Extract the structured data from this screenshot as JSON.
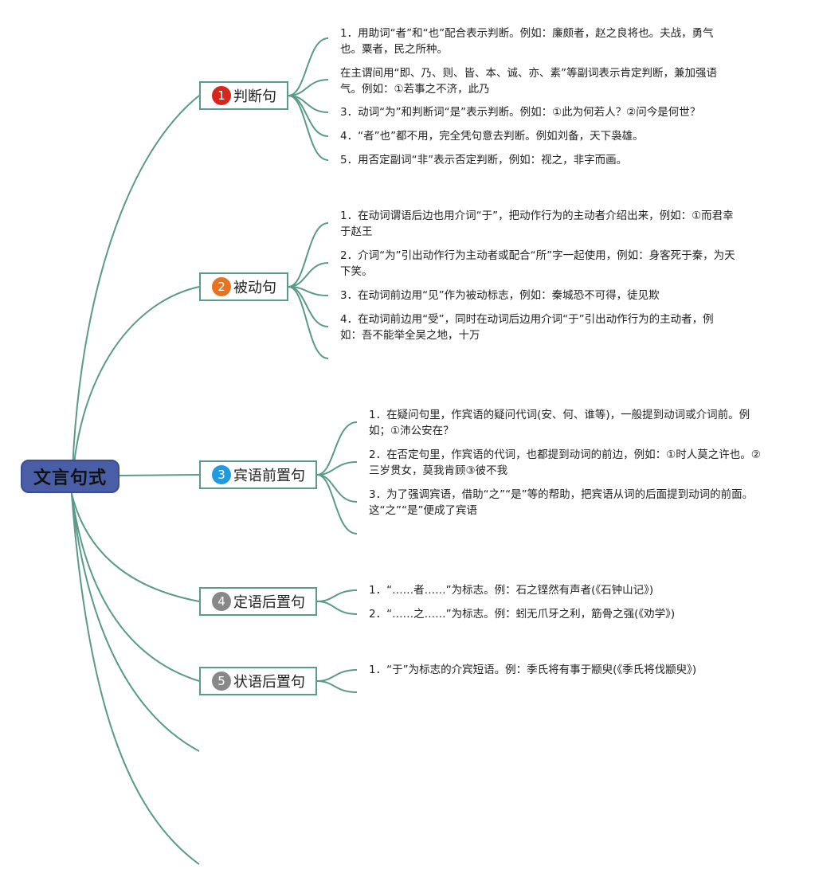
{
  "root": {
    "title": "文言句式"
  },
  "colors": {
    "line": "#5a9a88",
    "root_bg": "#4a5ea8"
  },
  "branches": [
    {
      "number": "1",
      "label": "判断句",
      "badge_color": "#d9261c",
      "items": [
        "1．用助词“者”和“也”配合表示判断。例如：廉颇者，赵之良将也。夫战，勇气也。粟者，民之所种。",
        "在主谓间用“即、乃、则、皆、本、诚、亦、素”等副词表示肯定判断，兼加强语气。例如：①若事之不济，此乃",
        "3．动词“为”和判断词“是”表示判断。例如：①此为何若人？②问今是何世？",
        "4．“者”也”都不用，完全凭句意去判断。例如刘备，天下袅雄。",
        "5．用否定副词“非”表示否定判断，例如：视之，非字而画。"
      ]
    },
    {
      "number": "2",
      "label": "被动句",
      "badge_color": "#e8731e",
      "items": [
        "1．在动词谓语后边也用介词“于”，把动作行为的主动者介绍出来，例如：①而君幸于赵王",
        "2．介词“为”引出动作行为主动者或配合“所”字一起使用，例如：身客死于秦，为天下笑。",
        "3．在动词前边用“见”作为被动标志，例如：秦城恐不可得，徒见欺",
        "4．在动词前边用“受”，同时在动词后边用介词“于”引出动作行为的主动者，例如：吾不能举全吴之地，十万"
      ]
    },
    {
      "number": "3",
      "label": "宾语前置句",
      "badge_color": "#1f9be0",
      "items": [
        "1．在疑问句里，作宾语的疑问代词(安、何、谁等)，一般提到动词或介词前。例如；①沛公安在？",
        "2．在否定句里，作宾语的代词，也都提到动词的前边，例如：①时人莫之许也。②三岁贯女，莫我肯顾③彼不我",
        "3．为了强调宾语，借助“之”“是”等的帮助，把宾语从词的后面提到动词的前面。这“之”“是”便成了宾语"
      ]
    },
    {
      "number": "4",
      "label": "定语后置句",
      "badge_color": "#888888",
      "items": [
        "1．“……者……”为标志。例：石之铿然有声者(《石钟山记》)",
        "2．“……之……”为标志。例：蚓无爪牙之利，筋骨之强(《劝学》)"
      ]
    },
    {
      "number": "5",
      "label": "状语后置句",
      "badge_color": "#888888",
      "items": [
        "1．“于”为标志的介宾短语。例：季氏将有事于颛臾(《季氏将伐颛臾》)"
      ]
    }
  ]
}
